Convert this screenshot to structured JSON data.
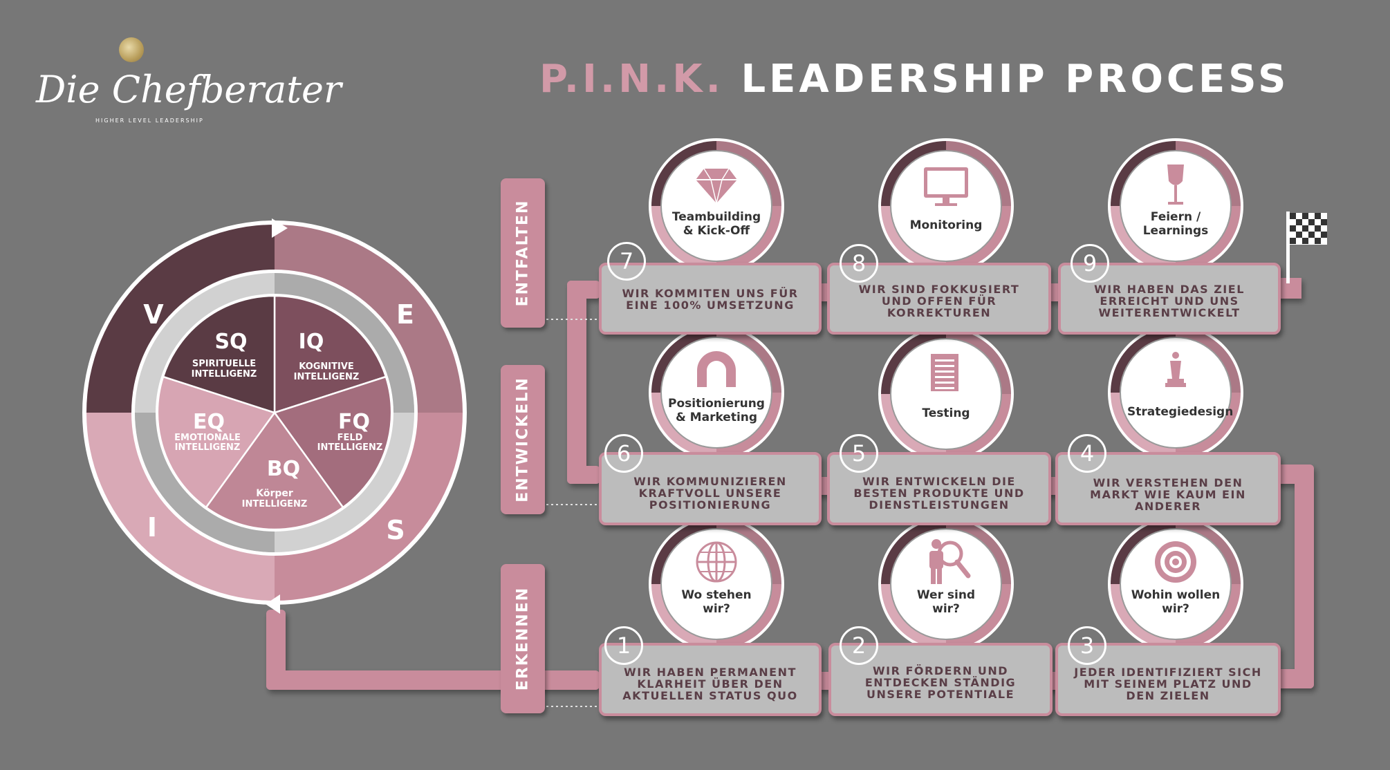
{
  "title": {
    "prefix": "P.I.N.K.",
    "main": "LEADERSHIP PROCESS"
  },
  "logo": {
    "script": "Die Chefberater",
    "tagline": "HIGHER LEVEL LEADERSHIP"
  },
  "wheel": {
    "outer_letters": {
      "v": "V",
      "e": "E",
      "s": "S",
      "i": "I"
    },
    "segments": {
      "sq": {
        "abbr": "SQ",
        "line1": "SPIRITUELLE",
        "line2": "INTELLIGENZ"
      },
      "iq": {
        "abbr": "IQ",
        "line1": "KOGNITIVE",
        "line2": "INTELLIGENZ"
      },
      "fq": {
        "abbr": "FQ",
        "line1": "FELD",
        "line2": "INTELLIGENZ"
      },
      "bq": {
        "abbr": "BQ",
        "line1": "Körper",
        "line2": "INTELLIGENZ"
      },
      "eq": {
        "abbr": "EQ",
        "line1": "EMOTIONALE",
        "line2": "INTELLIGENZ"
      }
    }
  },
  "phases": {
    "entfalten": "ENTFALTEN",
    "entwickeln": "ENTWICKELN",
    "erkennen": "ERKENNEN"
  },
  "steps": {
    "s1": {
      "num": "1",
      "label": "Wo stehen\nwir?",
      "text": "WIR HABEN  PERMANENT\nKLARHEIT ÜBER DEN\nAKTUELLEN STATUS QUO",
      "icon": "globe-icon"
    },
    "s2": {
      "num": "2",
      "label": "Wer sind\nwir?",
      "text": "WIR FÖRDERN UND\nENTDECKEN STÄNDIG\nUNSERE POTENTIALE",
      "icon": "person-search-icon"
    },
    "s3": {
      "num": "3",
      "label": "Wohin wollen\nwir?",
      "text": "JEDER IDENTIFIZIERT SICH\nMIT SEINEM PLATZ UND\nDEN ZIELEN",
      "icon": "target-icon"
    },
    "s4": {
      "num": "4",
      "label": "Strategiedesign",
      "text": "WIR VERSTEHEN DEN\nMARKT WIE KAUM EIN\nANDERER",
      "icon": "chess-piece-icon"
    },
    "s5": {
      "num": "5",
      "label": "Testing",
      "text": "WIR ENTWICKELN DIE\nBESTEN PRODUKTE UND\nDIENSTLEISTUNGEN",
      "icon": "document-icon"
    },
    "s6": {
      "num": "6",
      "label": "Positionierung\n& Marketing",
      "text": "WIR KOMMUNIZIEREN\nKRAFTVOLL UNSERE\nPOSITIONIERUNG",
      "icon": "magnet-icon"
    },
    "s7": {
      "num": "7",
      "label": "Teambuilding\n& Kick-Off",
      "text": "WIR KOMMITEN UNS FÜR\nEINE 100% UMSETZUNG",
      "icon": "diamond-icon"
    },
    "s8": {
      "num": "8",
      "label": "Monitoring",
      "text": "WIR SIND FOKKUSIERT\nUND OFFEN FÜR\nKORREKTUREN",
      "icon": "monitor-icon"
    },
    "s9": {
      "num": "9",
      "label": "Feiern /\nLearnings",
      "text": "WIR HABEN DAS ZIEL\nERREICHT UND UNS\nWEITERENTWICKELT",
      "icon": "wine-glass-icon"
    }
  },
  "colors": {
    "background": "#777777",
    "pink": "#c98c9c",
    "dark": "#5a3e47",
    "card": "#bcbcbc"
  }
}
